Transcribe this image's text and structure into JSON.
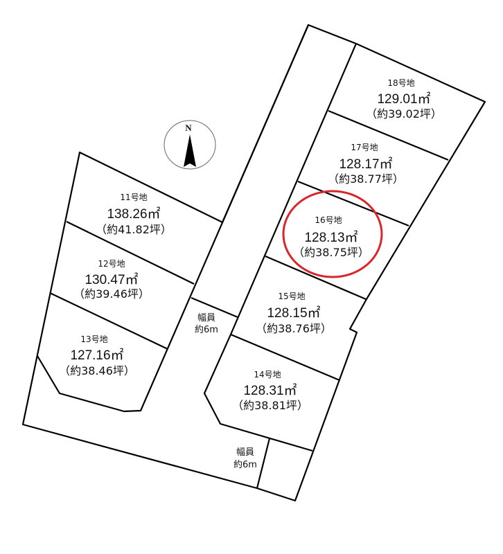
{
  "compass": {
    "label": "N"
  },
  "highlight_color": "#d9262b",
  "highlighted_lot": "16号地",
  "lots": [
    {
      "name": "11号地",
      "area": "138.26㎡",
      "tsubo": "（約41.82坪）"
    },
    {
      "name": "12号地",
      "area": "130.47㎡",
      "tsubo": "（約39.46坪）"
    },
    {
      "name": "13号地",
      "area": "127.16㎡",
      "tsubo": "（約38.46坪）"
    },
    {
      "name": "14号地",
      "area": "128.31㎡",
      "tsubo": "（約38.81坪）"
    },
    {
      "name": "15号地",
      "area": "128.15㎡",
      "tsubo": "（約38.76坪）"
    },
    {
      "name": "16号地",
      "area": "128.13㎡",
      "tsubo": "（約38.75坪）"
    },
    {
      "name": "17号地",
      "area": "128.17㎡",
      "tsubo": "（約38.77坪）"
    },
    {
      "name": "18号地",
      "area": "129.01㎡",
      "tsubo": "（約39.02坪）"
    }
  ],
  "roads": [
    {
      "label": "幅員",
      "width": "約6m"
    },
    {
      "label": "幅員",
      "width": "約6m"
    }
  ]
}
